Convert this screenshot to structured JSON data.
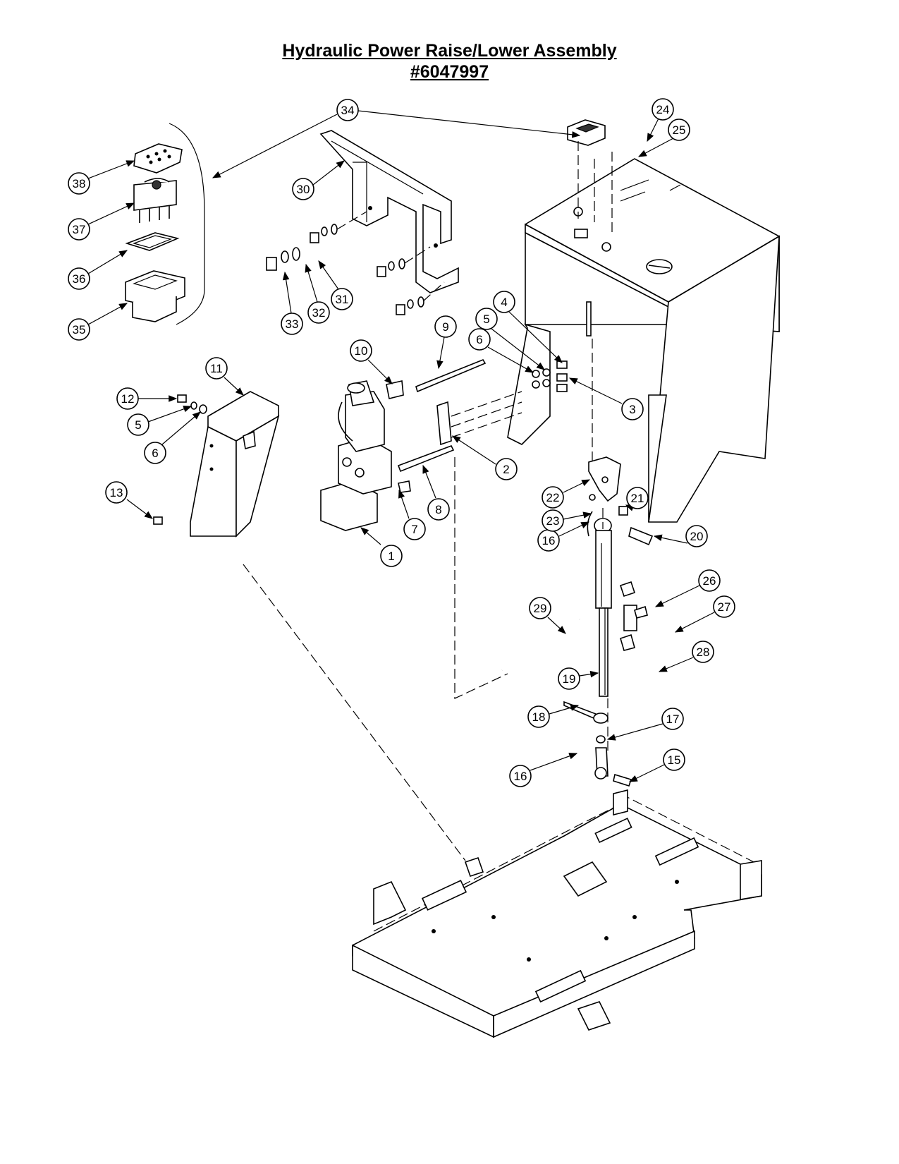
{
  "title": "Hydraulic Power Raise/Lower Assembly",
  "subtitle": "#6047997",
  "callouts": [
    {
      "id": "1",
      "label": "1"
    },
    {
      "id": "2",
      "label": "2"
    },
    {
      "id": "3",
      "label": "3"
    },
    {
      "id": "4",
      "label": "4"
    },
    {
      "id": "5a",
      "label": "5"
    },
    {
      "id": "5b",
      "label": "5"
    },
    {
      "id": "6a",
      "label": "6"
    },
    {
      "id": "6b",
      "label": "6"
    },
    {
      "id": "7",
      "label": "7"
    },
    {
      "id": "8",
      "label": "8"
    },
    {
      "id": "9",
      "label": "9"
    },
    {
      "id": "10",
      "label": "10"
    },
    {
      "id": "11",
      "label": "11"
    },
    {
      "id": "12",
      "label": "12"
    },
    {
      "id": "13",
      "label": "13"
    },
    {
      "id": "15",
      "label": "15"
    },
    {
      "id": "16a",
      "label": "16"
    },
    {
      "id": "16b",
      "label": "16"
    },
    {
      "id": "17",
      "label": "17"
    },
    {
      "id": "18",
      "label": "18"
    },
    {
      "id": "19",
      "label": "19"
    },
    {
      "id": "20",
      "label": "20"
    },
    {
      "id": "21",
      "label": "21"
    },
    {
      "id": "22",
      "label": "22"
    },
    {
      "id": "23",
      "label": "23"
    },
    {
      "id": "24",
      "label": "24"
    },
    {
      "id": "25",
      "label": "25"
    },
    {
      "id": "26",
      "label": "26"
    },
    {
      "id": "27",
      "label": "27"
    },
    {
      "id": "28",
      "label": "28"
    },
    {
      "id": "29",
      "label": "29"
    },
    {
      "id": "30",
      "label": "30"
    },
    {
      "id": "31",
      "label": "31"
    },
    {
      "id": "32",
      "label": "32"
    },
    {
      "id": "33",
      "label": "33"
    },
    {
      "id": "34",
      "label": "34"
    },
    {
      "id": "35",
      "label": "35"
    },
    {
      "id": "36",
      "label": "36"
    },
    {
      "id": "37",
      "label": "37"
    },
    {
      "id": "38",
      "label": "38"
    }
  ]
}
